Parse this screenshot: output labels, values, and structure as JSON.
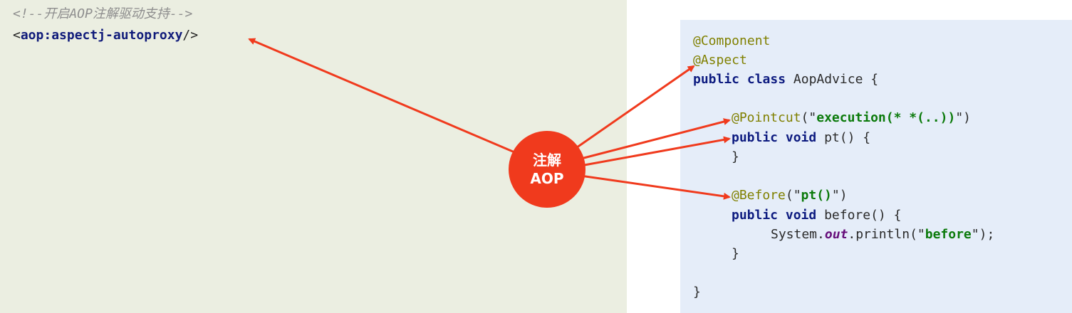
{
  "xml_panel": {
    "comment": "<!--开启AOP注解驱动支持-->",
    "tag_open": "<",
    "tag_name": "aop:aspectj-autoproxy",
    "tag_close": "/>"
  },
  "badge": {
    "line1": "注解",
    "line2": "AOP"
  },
  "java_panel": {
    "component_annotation": "@Component",
    "aspect_annotation": "@Aspect",
    "class_kw_public": "public",
    "class_kw_class": "class",
    "class_name_rest": " AopAdvice {",
    "pointcut_annotation": "@Pointcut",
    "pointcut_open": "(\"",
    "pointcut_expr": "execution(* *(..))",
    "pointcut_close": "\")",
    "pt_kw_public": "public",
    "pt_kw_void": "void",
    "pt_rest": " pt() {",
    "pt_close": "}",
    "before_annotation": "@Before",
    "before_open": "(\"",
    "before_expr": "pt()",
    "before_close": "\")",
    "before_kw_public": "public",
    "before_kw_void": "void",
    "before_rest": " before() {",
    "println_prefix": "System.",
    "println_out": "out",
    "println_mid": ".println(\"",
    "println_arg": "before",
    "println_end": "\");",
    "before_close_brace": "}",
    "class_close_brace": "}"
  },
  "colors": {
    "left_bg": "#ebeee1",
    "right_bg": "#e5edf9",
    "arrow": "#f03a1d",
    "badge": "#f03a1d"
  }
}
